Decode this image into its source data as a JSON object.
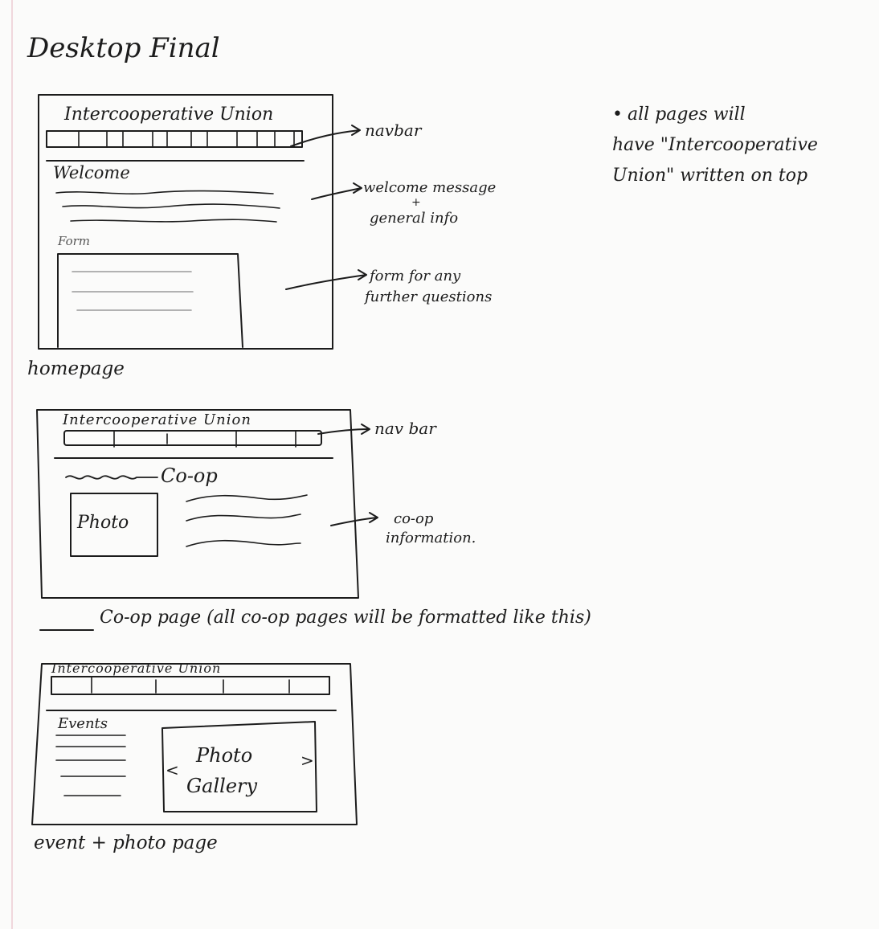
{
  "page_title": "Desktop Final",
  "note": {
    "line1": "all pages will",
    "line2": "have \"Intercooperative",
    "line3": "Union\" written on top"
  },
  "homepage": {
    "site_title": "Intercooperative Union",
    "welcome": "Welcome",
    "form_label": "Form",
    "label": "homepage",
    "annotations": {
      "navbar": "navbar",
      "welcome_1": "welcome message",
      "welcome_plus": "+",
      "welcome_2": "general info",
      "form_1": "form for any",
      "form_2": "further questions"
    }
  },
  "coop_page": {
    "site_title": "Intercooperative Union",
    "heading": "Co-op",
    "photo": "Photo",
    "label": "Co-op page (all co-op pages will be formatted like this)",
    "annotations": {
      "navbar": "nav bar",
      "info_1": "co-op",
      "info_2": "information."
    }
  },
  "event_page": {
    "site_title": "Intercooperative Union",
    "heading": "Events",
    "gallery_1": "Photo",
    "gallery_2": "Gallery",
    "prev": "<",
    "next": ">",
    "label": "event   + photo page"
  }
}
